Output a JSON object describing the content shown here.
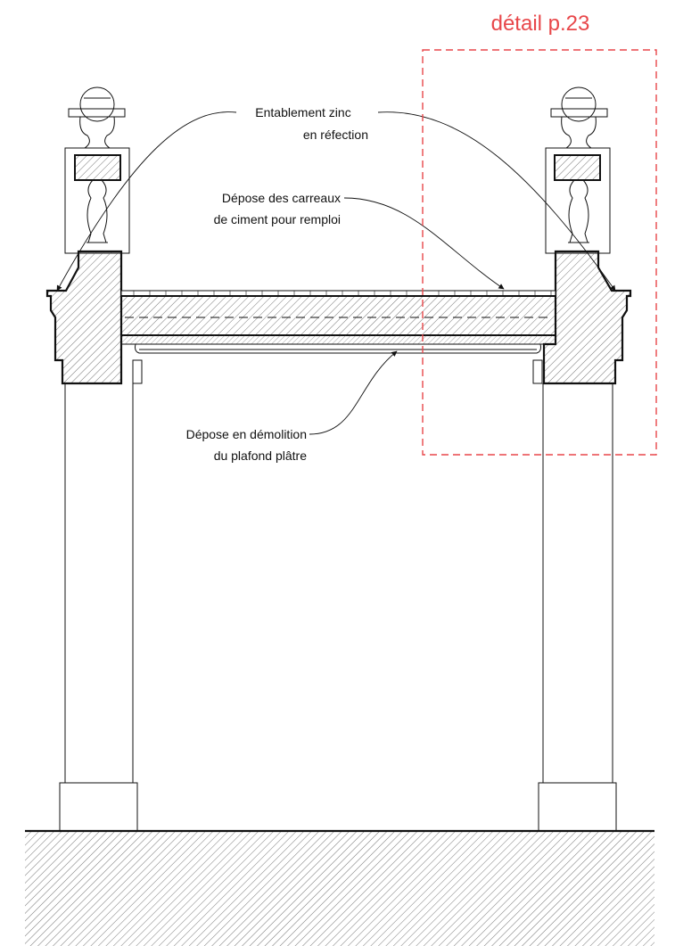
{
  "drawing": {
    "title": "Coupe – entablement et plafond",
    "detail_callout": {
      "label": "détail p.23",
      "color": "#e8474a"
    },
    "annotations": [
      {
        "id": "entablement",
        "lines": [
          "Entablement zinc",
          "en réfection"
        ]
      },
      {
        "id": "carreaux",
        "lines": [
          "Dépose des carreaux",
          "de ciment pour remploi"
        ]
      },
      {
        "id": "plafond",
        "lines": [
          "Dépose en démolition",
          "du plafond plâtre"
        ]
      }
    ],
    "colors": {
      "ink": "#111111",
      "hatch": "#555555",
      "callout": "#e8474a"
    }
  }
}
